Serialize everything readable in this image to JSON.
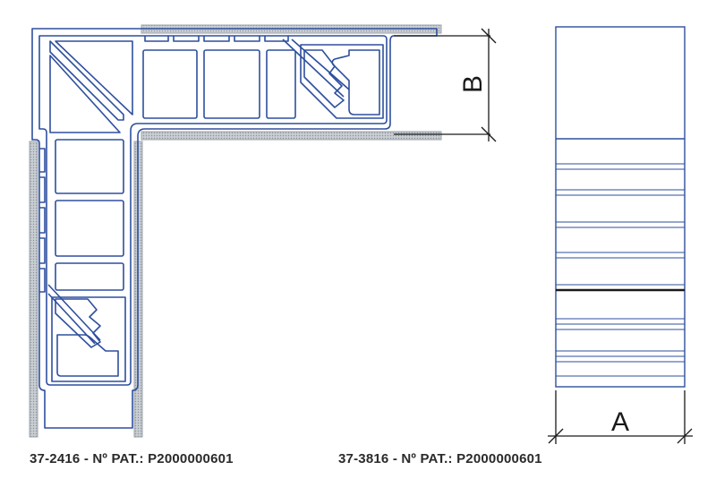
{
  "dimensions": {
    "b_label": "B",
    "a_label": "A"
  },
  "captions": [
    {
      "code": "37-2416",
      "text": "37-2416 - Nº PAT.: P2000000601"
    },
    {
      "code": "37-3816",
      "text": "37-3816 - Nº PAT.: P2000000601"
    }
  ],
  "colors": {
    "line": "#2e4f9e",
    "wall": "#9aa1a8",
    "dimension": "#1a1a1a",
    "caption": "#2a2a2a"
  }
}
